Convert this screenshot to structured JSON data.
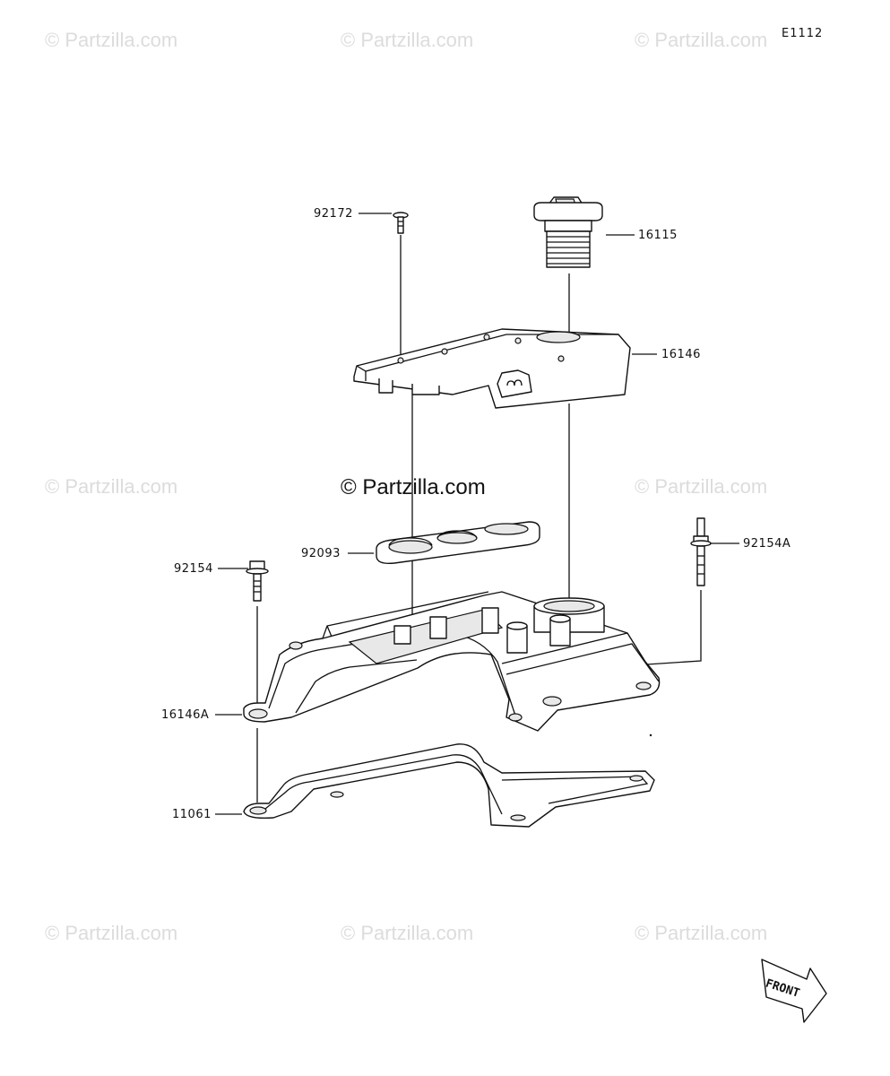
{
  "diagram_code": "E1112",
  "watermarks": {
    "repeat": "© Partzilla.com",
    "center": "© Partzilla.com"
  },
  "front_label": "FRONT",
  "parts": {
    "screw": "92172",
    "oil_cap": "16115",
    "cover": "16146",
    "gasket_plug": "92093",
    "bolt_left": "92154",
    "bolt_right": "92154A",
    "head_cover": "16146A",
    "head_gasket": "11061"
  }
}
